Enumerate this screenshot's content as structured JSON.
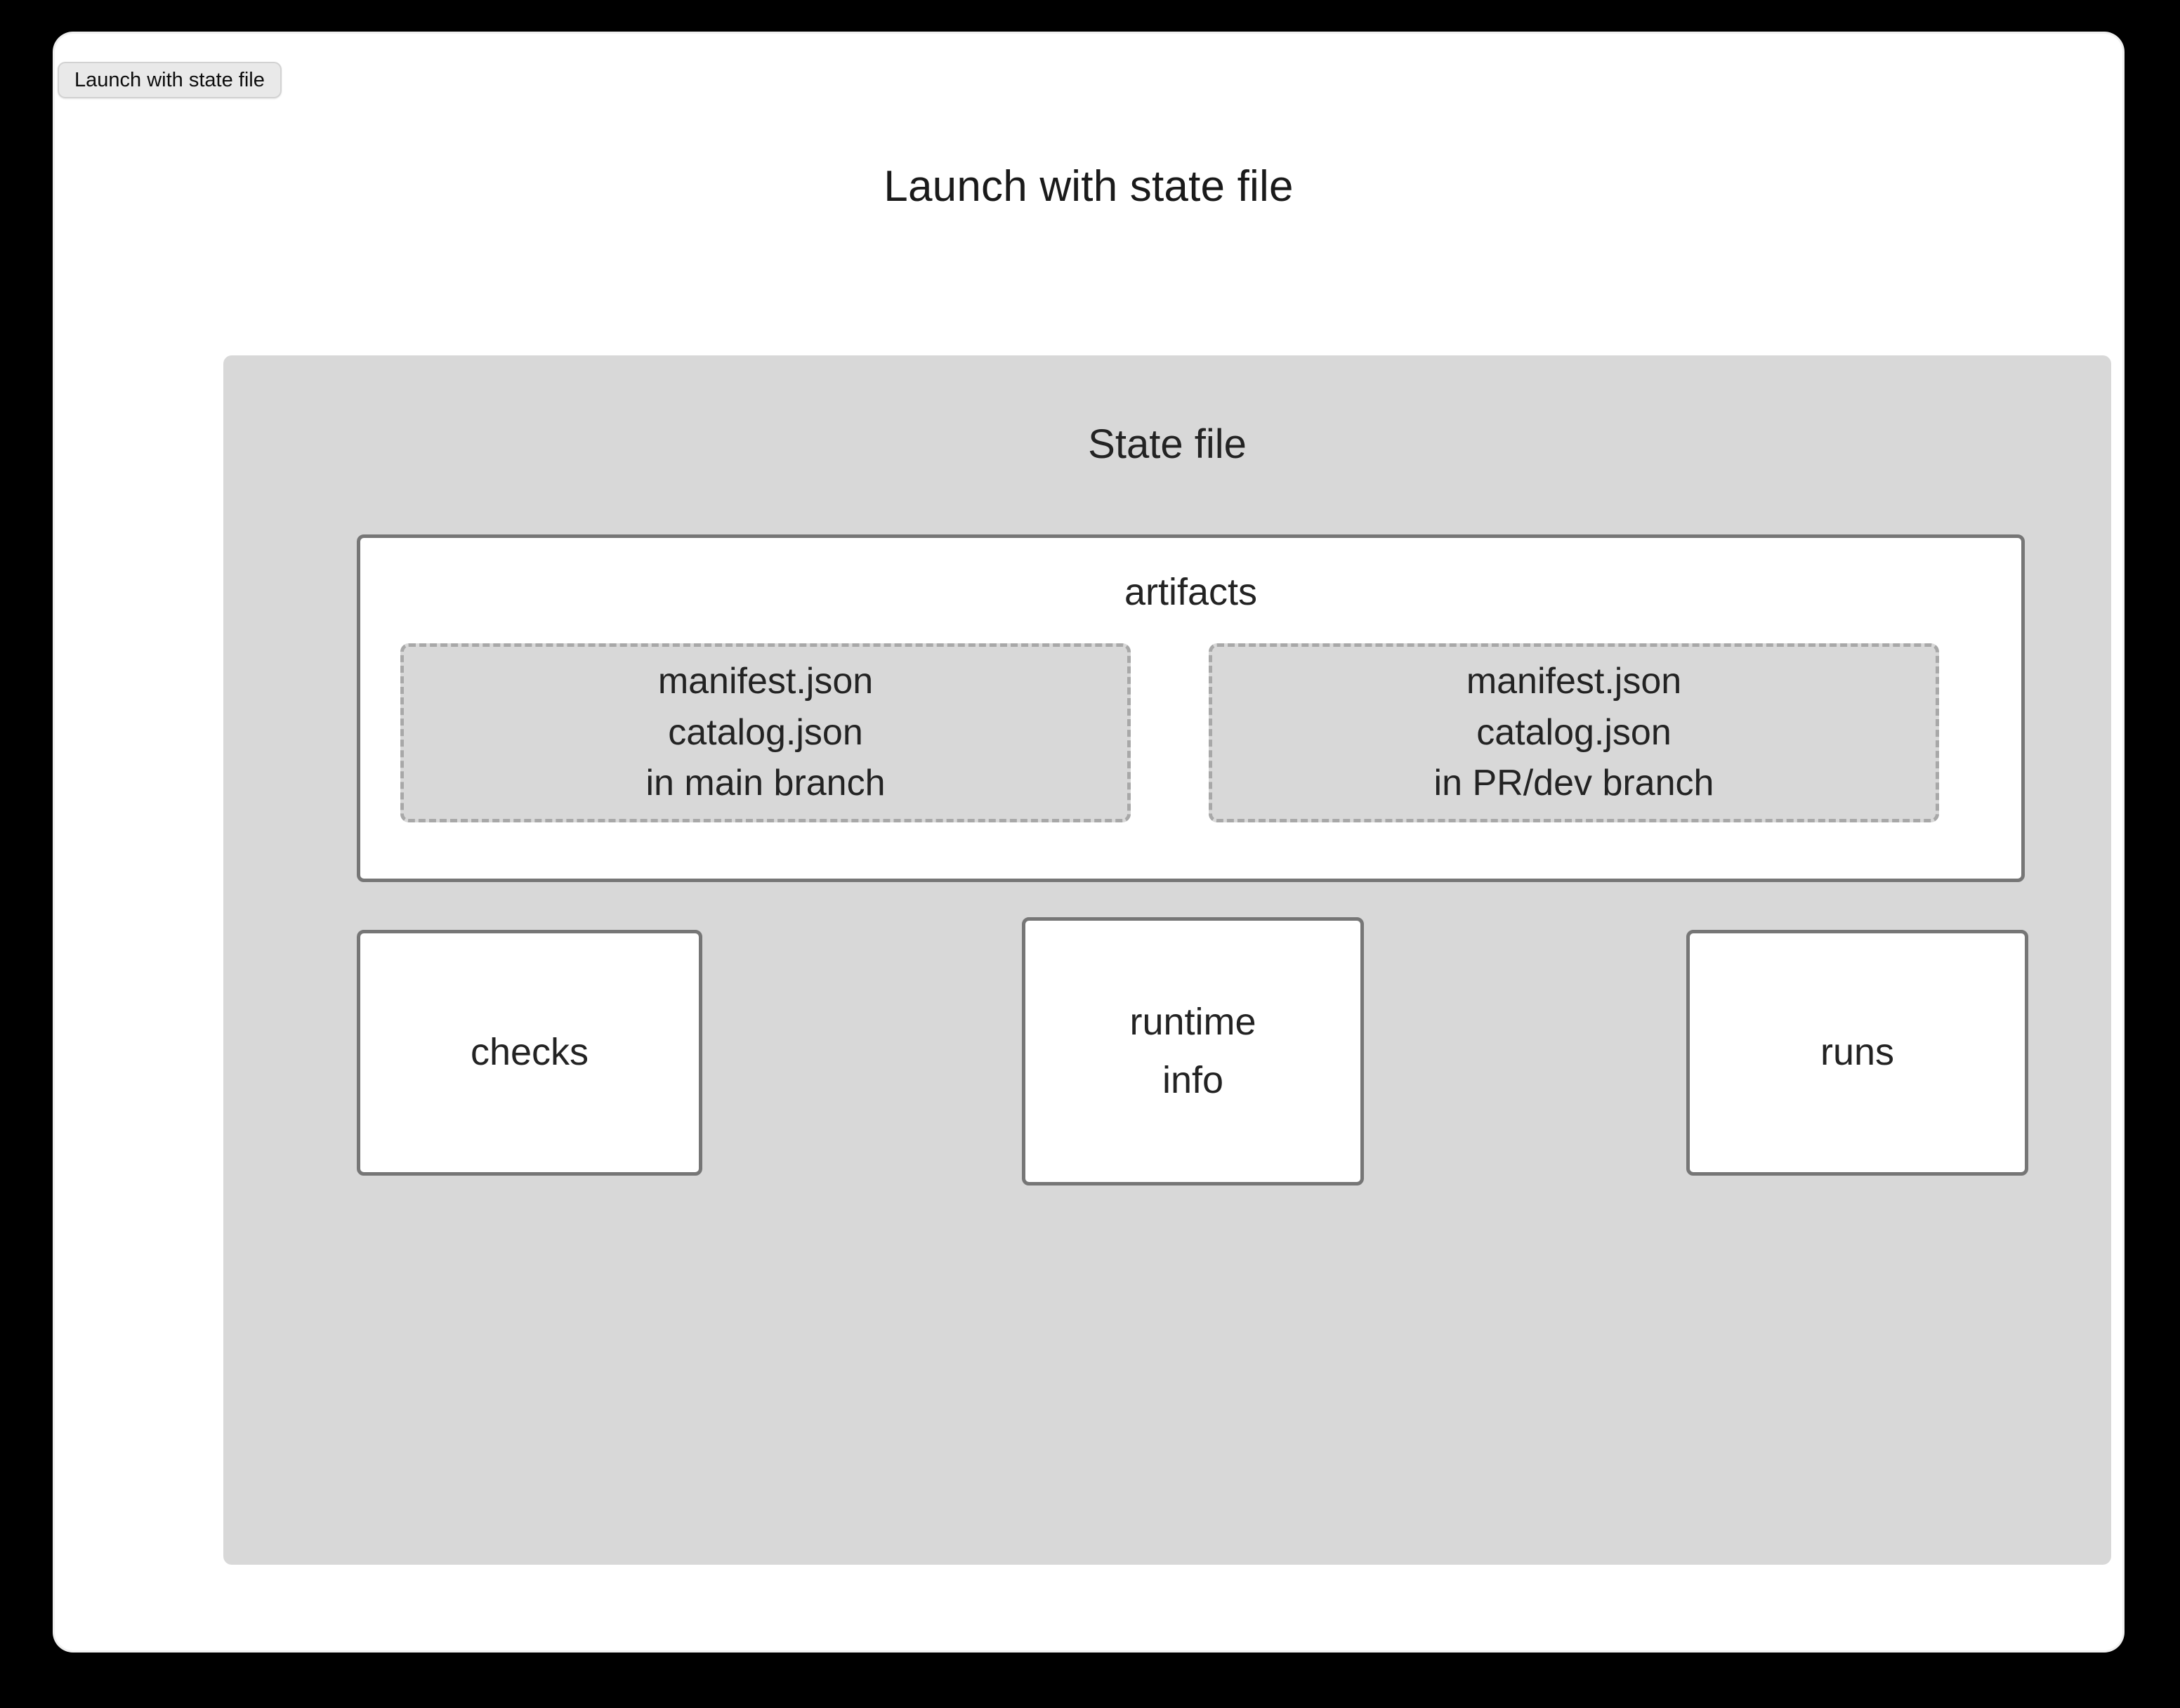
{
  "window": {
    "tab_label": "Launch with state file",
    "title": "Launch with state file"
  },
  "diagram": {
    "panel": {
      "title": "State file",
      "artifacts": {
        "title": "artifacts",
        "groups": [
          {
            "name": "main-branch-artifacts",
            "lines": [
              "manifest.json",
              "catalog.json",
              "in main branch"
            ]
          },
          {
            "name": "pr-dev-branch-artifacts",
            "lines": [
              "manifest.json",
              "catalog.json",
              "in PR/dev branch"
            ]
          }
        ]
      },
      "nodes": [
        {
          "name": "checks",
          "lines": [
            "checks"
          ]
        },
        {
          "name": "runtime-info",
          "lines": [
            "runtime",
            "info"
          ]
        },
        {
          "name": "runs",
          "lines": [
            "runs"
          ]
        }
      ]
    }
  },
  "colors": {
    "page_background": "#000000",
    "window_background": "#ffffff",
    "panel_fill": "#d8d8d8",
    "solid_border": "#767676",
    "dashed_border": "#a8a8a8",
    "text": "#232323",
    "tab_fill": "#e9e9e9"
  }
}
